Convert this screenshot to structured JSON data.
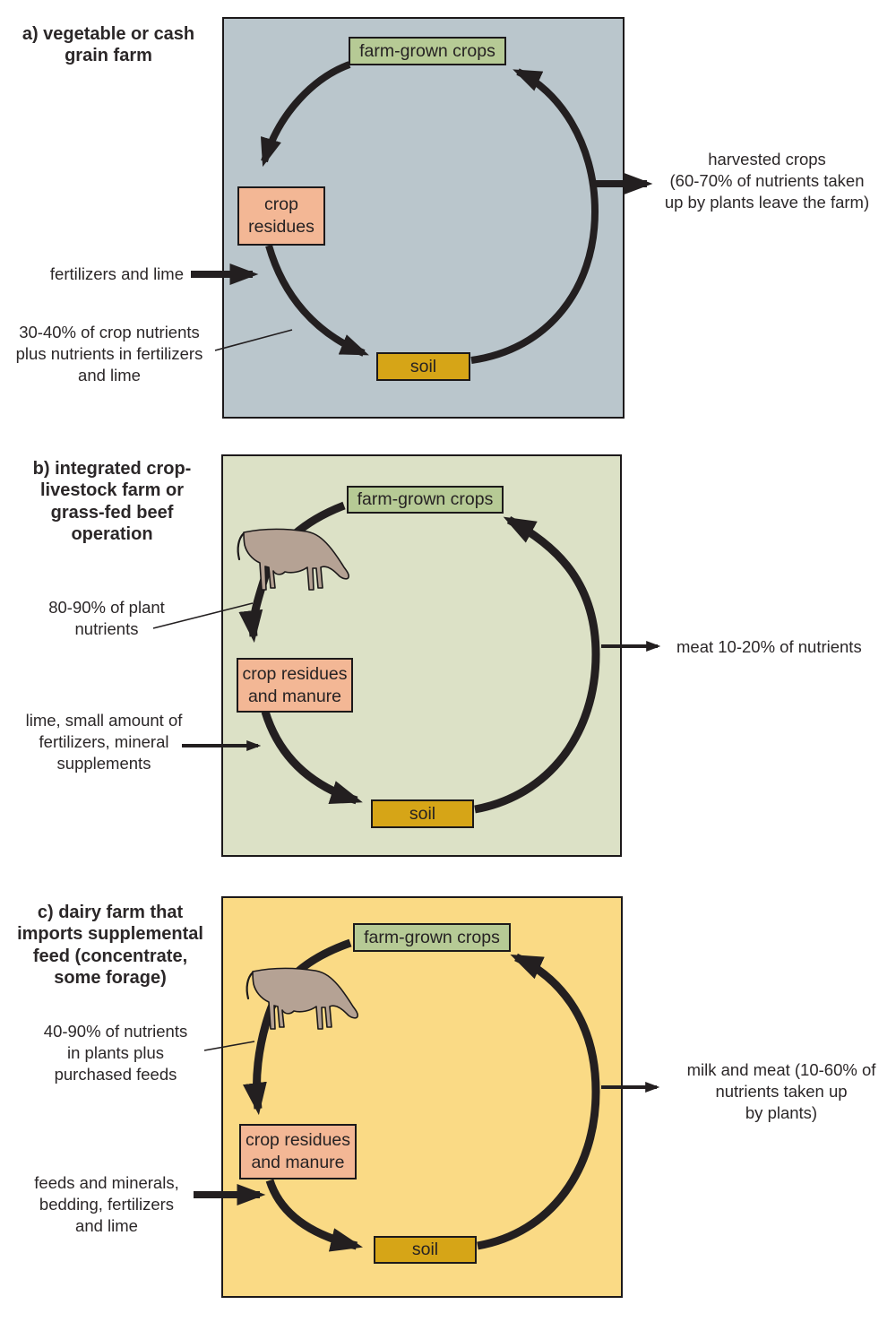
{
  "figure": {
    "panels": [
      {
        "label": "a",
        "title": "a) vegetable or cash\ngrain farm",
        "boxes": {
          "crops": "farm-grown crops",
          "residues": "crop\nresidues",
          "soil": "soil"
        },
        "annotations": {
          "output": "harvested crops\n(60-70% of nutrients taken\nup by plants leave the farm)",
          "input": "fertilizers and lime",
          "note": "30-40% of crop nutrients\nplus nutrients in fertilizers\nand lime"
        }
      },
      {
        "label": "b",
        "title": "b) integrated crop-\nlivestock farm or\ngrass-fed beef\noperation",
        "boxes": {
          "crops": "farm-grown crops",
          "residues": "crop residues\nand manure",
          "soil": "soil"
        },
        "annotations": {
          "note": "80-90% of plant\nnutrients",
          "input": "lime, small amount of\nfertilizers, mineral\nsupplements",
          "output": "meat 10-20% of nutrients"
        }
      },
      {
        "label": "c",
        "title": "c) dairy farm that\nimports supplemental\nfeed (concentrate,\nsome forage)",
        "boxes": {
          "crops": "farm-grown crops",
          "residues": "crop residues\nand manure",
          "soil": "soil"
        },
        "annotations": {
          "note": "40-90% of nutrients\nin plants plus\npurchased feeds",
          "input": "feeds and minerals,\nbedding, fertilizers\nand lime",
          "output": "milk and meat (10-60% of\nnutrients taken up\nby plants)"
        }
      }
    ],
    "colors": {
      "panel_a_bg": "#bac6cc",
      "panel_b_bg": "#dce1c6",
      "panel_c_bg": "#fada85",
      "crops_box": "#b6ca95",
      "residues_box": "#f3b795",
      "soil_box": "#d6a517",
      "cow": "#b5a294",
      "arrow": "#231f20"
    }
  }
}
